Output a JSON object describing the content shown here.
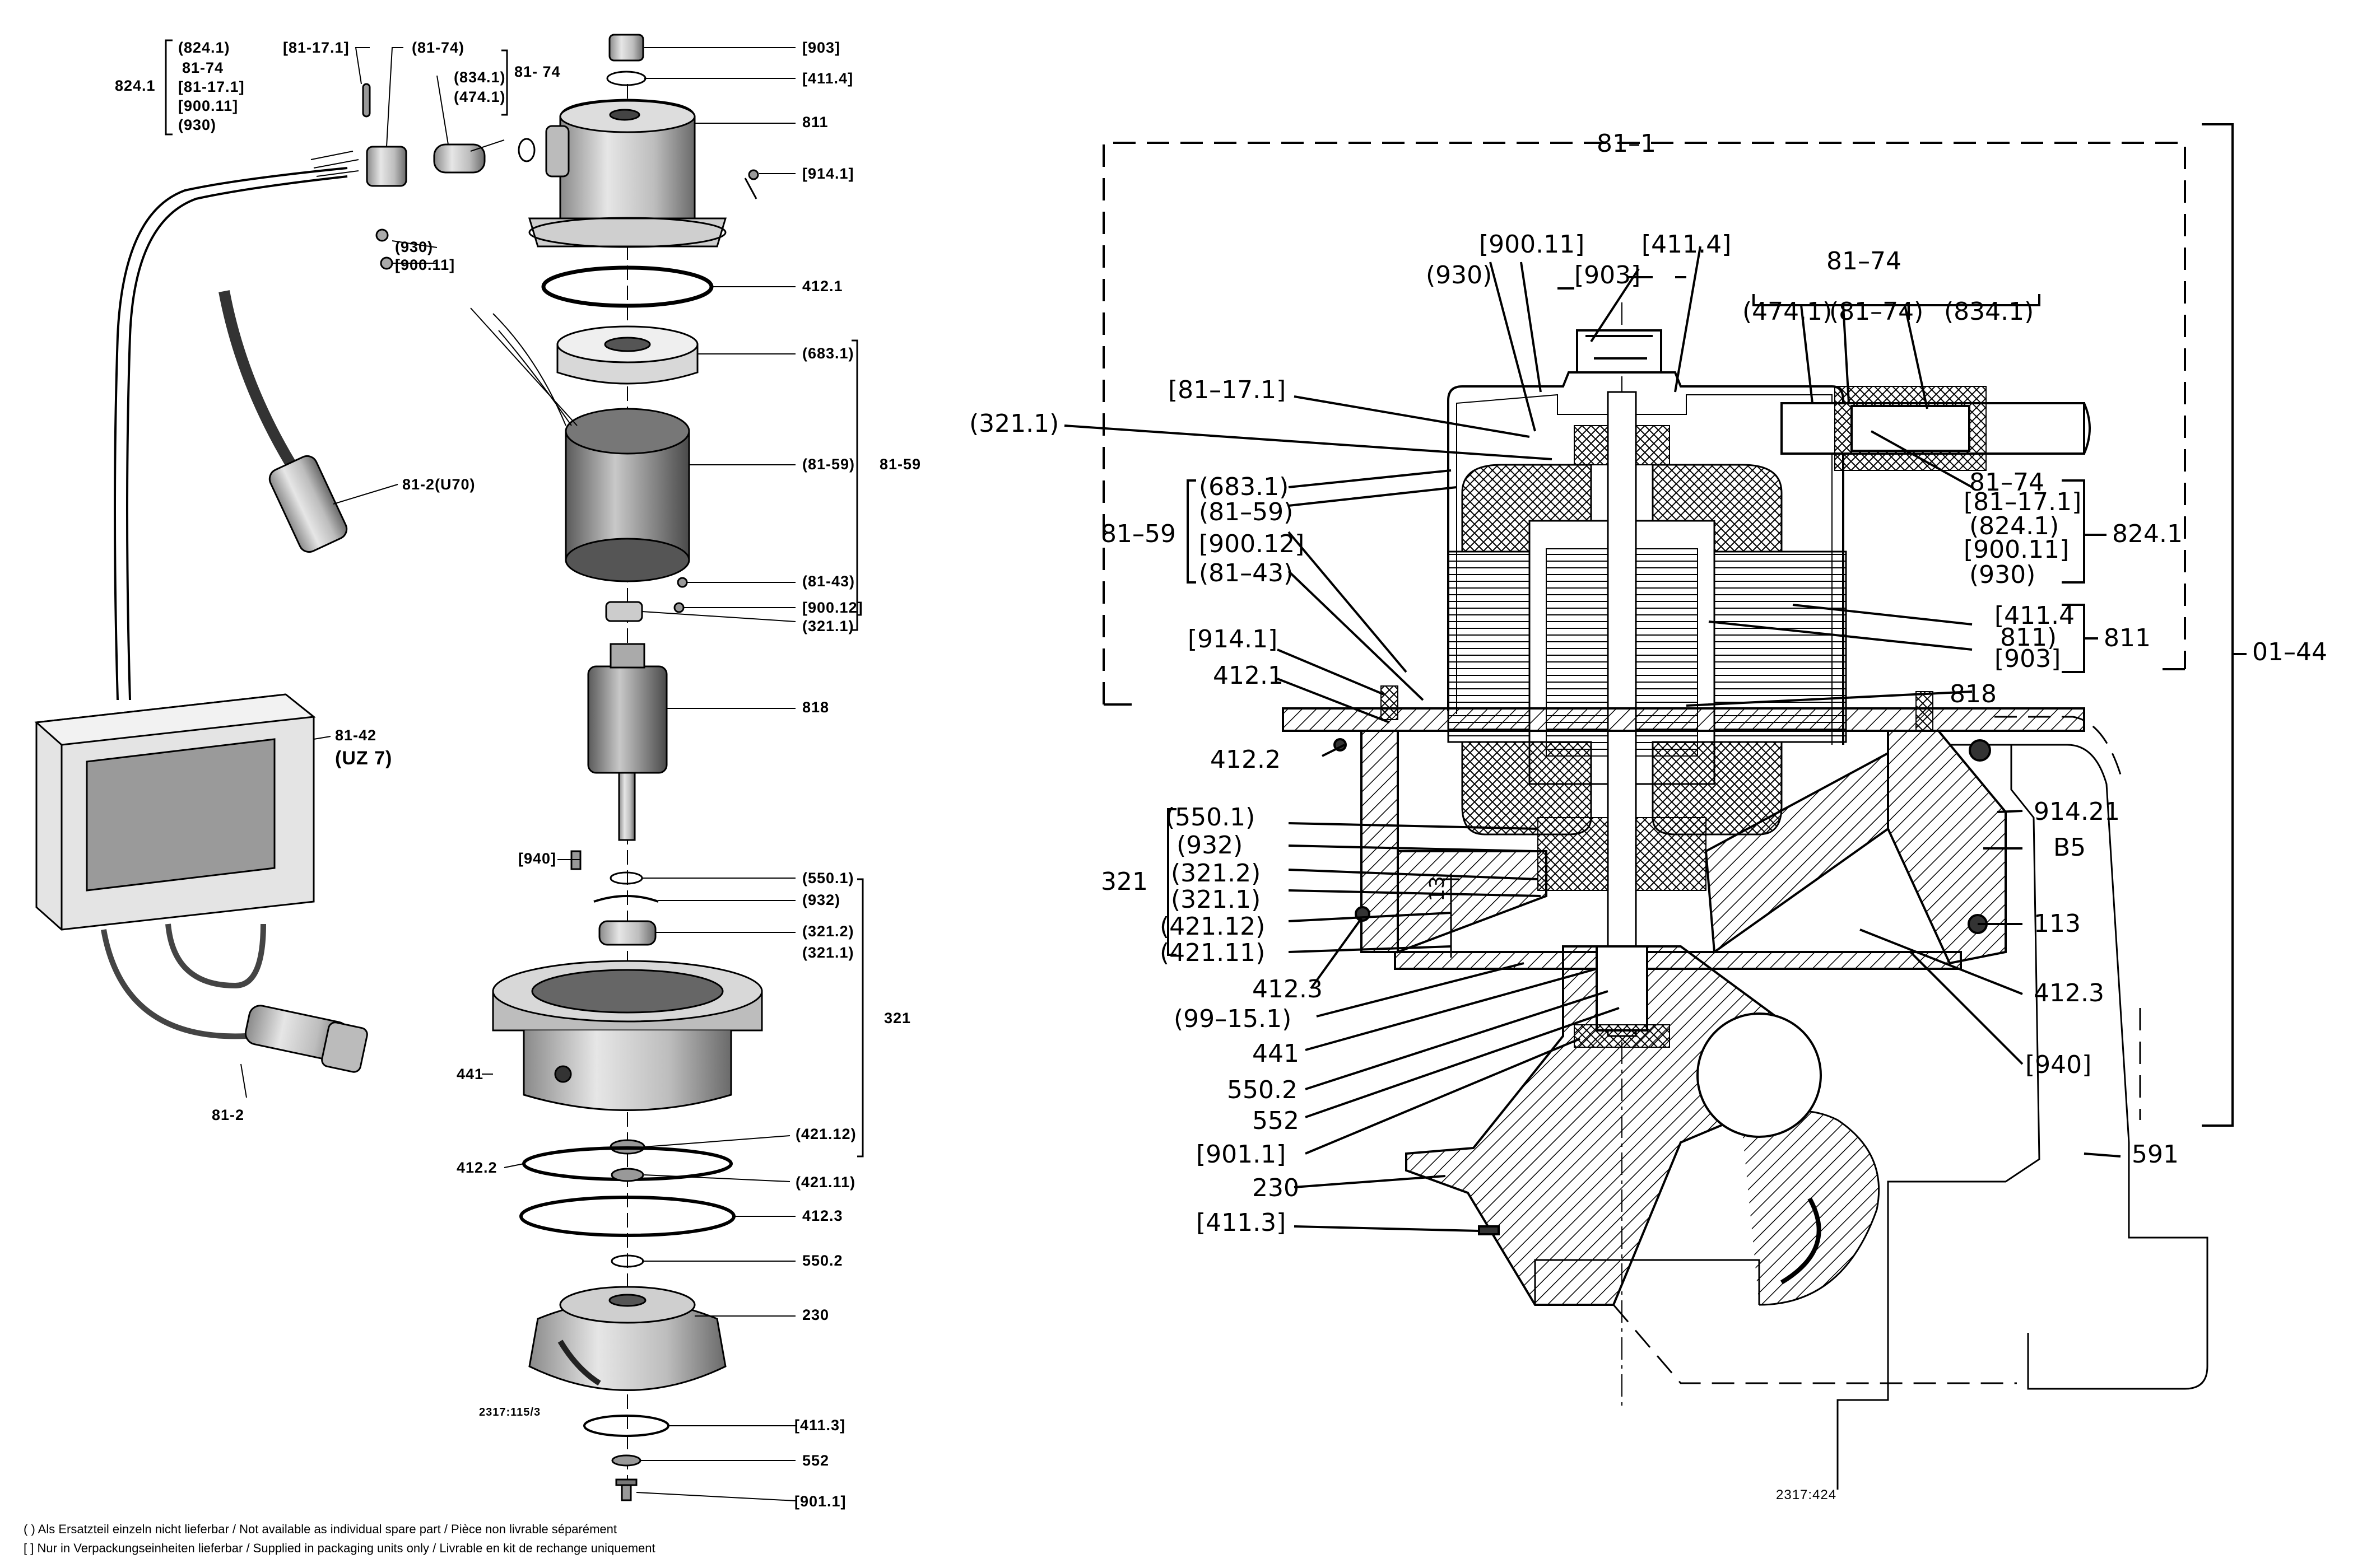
{
  "exploded": {
    "labels": {
      "l903": "[903]",
      "l411_4": "[411.4]",
      "l811": "811",
      "l914_1": "[914.1]",
      "l412_1": "412.1",
      "l683_1": "(683.1)",
      "l81_59a": "(81-59)",
      "l81_59b": "81-59",
      "l81_43": "(81-43)",
      "l900_12": "[900.12]",
      "l321_1a": "(321.1)",
      "l818": "818",
      "l940": "[940]",
      "l550_1": "(550.1)",
      "l932": "(932)",
      "l321_2": "(321.2)",
      "l321_1b": "(321.1)",
      "l321": "321",
      "l441": "441",
      "l421_12": "(421.12)",
      "l412_2": "412.2",
      "l421_11": "(421.11)",
      "l412_3": "412.3",
      "l550_2": "550.2",
      "l230": "230",
      "l411_3": "[411.3]",
      "l552": "552",
      "l901_1": "[901.1]",
      "l81_17_1_top": "[81-17.1]",
      "l81_74_top": "(81-74)",
      "l81_74_bracket": "81- 74",
      "l834_1": "(834.1)",
      "l474_1": "(474.1)",
      "l930": "(930)",
      "l900_11": "[900.11]",
      "l824_1": "824.1",
      "l824_list": [
        "(824.1)",
        "81-74",
        "[81-17.1]",
        "[900.11]",
        "(930)"
      ],
      "l81_2_uz70": "81-2(U70)",
      "l81_42": "81-42",
      "luz7": "(UZ 7)",
      "l81_2": "81-2",
      "ref_left": "2317:115/3"
    },
    "footnotes": [
      "( ) Als Ersatzteil einzeln nicht lieferbar / Not available as individual spare part / Pièce non livrable séparément",
      "[ ]  Nur in Verpackungseinheiten lieferbar / Supplied in packaging units only / Livrable en kit de rechange uniquement"
    ]
  },
  "section": {
    "labels": {
      "s81_1": "81–1",
      "s01_44": "01–44",
      "s900_11": "[900.11]",
      "s411_4": "[411.4]",
      "s930": "(930)",
      "s903": "[903]",
      "s81_74": "81–74",
      "s474_1": "(474.1)",
      "s81_74b": "(81–74)",
      "s834_1": "(834.1)",
      "s81_17_1": "[81–17.1]",
      "s321_1": "(321.1)",
      "s683_1": "(683.1)",
      "s81_59b": "(81–59)",
      "s81_59": "81–59",
      "s900_12": "[900.12]",
      "s81_43": "(81–43)",
      "s914_1": "[914.1]",
      "s412_1": "412.1",
      "s412_2": "412.2",
      "s321grp": [
        "(550.1)",
        "(932)",
        "(321.2)",
        "(321.1)",
        "(421.12)",
        "(421.11)"
      ],
      "s321": "321",
      "s412_3": "412.3",
      "s99_15_1": "(99–15.1)",
      "s441": "441",
      "s550_2": "550.2",
      "s552": "552",
      "s901_1": "[901.1]",
      "s230": "230",
      "s411_3": "[411.3]",
      "s824grp": [
        "81–74",
        "[81–17.1]",
        "(824.1)",
        "[900.11]",
        "(930)"
      ],
      "s824_1": "824.1",
      "s811grp": [
        "[411.4",
        "811)",
        "[903]"
      ],
      "s811": "811",
      "s818": "818",
      "s914_21": "914.21",
      "sB5": "B5",
      "s113": "113",
      "s412_3r": "412.3",
      "s940": "[940]",
      "s591": "591",
      "s13": "13",
      "ref_right": "2317:424"
    }
  }
}
